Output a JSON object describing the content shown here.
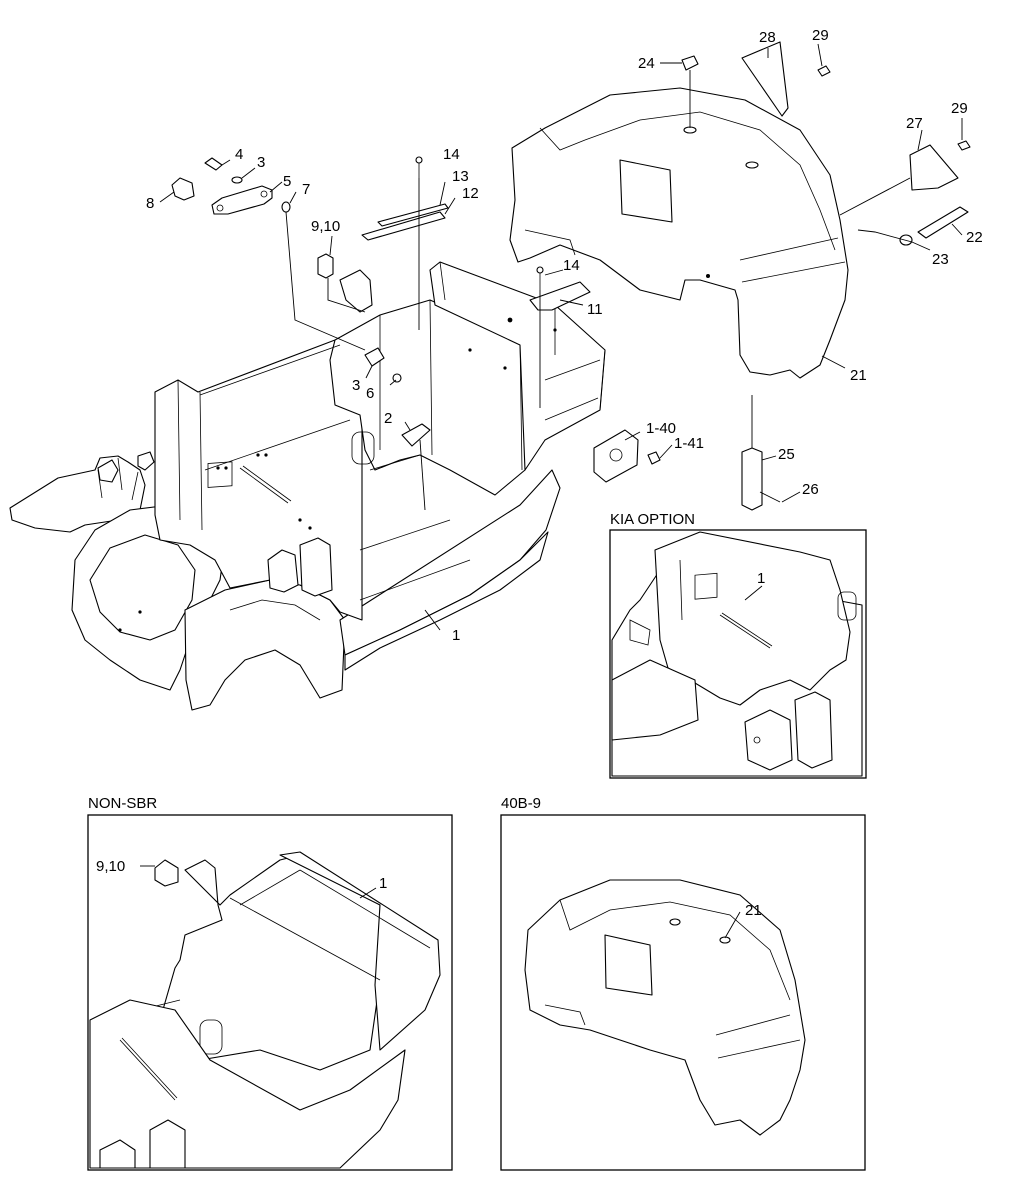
{
  "diagram": {
    "panels": {
      "kia_option": {
        "title": "KIA OPTION"
      },
      "non_sbr": {
        "title": "NON-SBR"
      },
      "p40b9": {
        "title": "40B-9"
      }
    },
    "labels": [
      {
        "id": "l1",
        "text": "1"
      },
      {
        "id": "l2",
        "text": "2"
      },
      {
        "id": "l3a",
        "text": "3"
      },
      {
        "id": "l3b",
        "text": "3"
      },
      {
        "id": "l4",
        "text": "4"
      },
      {
        "id": "l5",
        "text": "5"
      },
      {
        "id": "l6",
        "text": "6"
      },
      {
        "id": "l7",
        "text": "7"
      },
      {
        "id": "l8",
        "text": "8"
      },
      {
        "id": "l910",
        "text": "9,10"
      },
      {
        "id": "l11",
        "text": "11"
      },
      {
        "id": "l12",
        "text": "12"
      },
      {
        "id": "l13",
        "text": "13"
      },
      {
        "id": "l14a",
        "text": "14"
      },
      {
        "id": "l14b",
        "text": "14"
      },
      {
        "id": "l140",
        "text": "1-40"
      },
      {
        "id": "l141",
        "text": "1-41"
      },
      {
        "id": "l21",
        "text": "21"
      },
      {
        "id": "l22",
        "text": "22"
      },
      {
        "id": "l23",
        "text": "23"
      },
      {
        "id": "l24",
        "text": "24"
      },
      {
        "id": "l25",
        "text": "25"
      },
      {
        "id": "l26",
        "text": "26"
      },
      {
        "id": "l27",
        "text": "27"
      },
      {
        "id": "l28",
        "text": "28"
      },
      {
        "id": "l29a",
        "text": "29"
      },
      {
        "id": "l29b",
        "text": "29"
      },
      {
        "id": "k1",
        "text": "1"
      },
      {
        "id": "n910",
        "text": "9,10"
      },
      {
        "id": "n1",
        "text": "1"
      },
      {
        "id": "p21",
        "text": "21"
      }
    ]
  }
}
